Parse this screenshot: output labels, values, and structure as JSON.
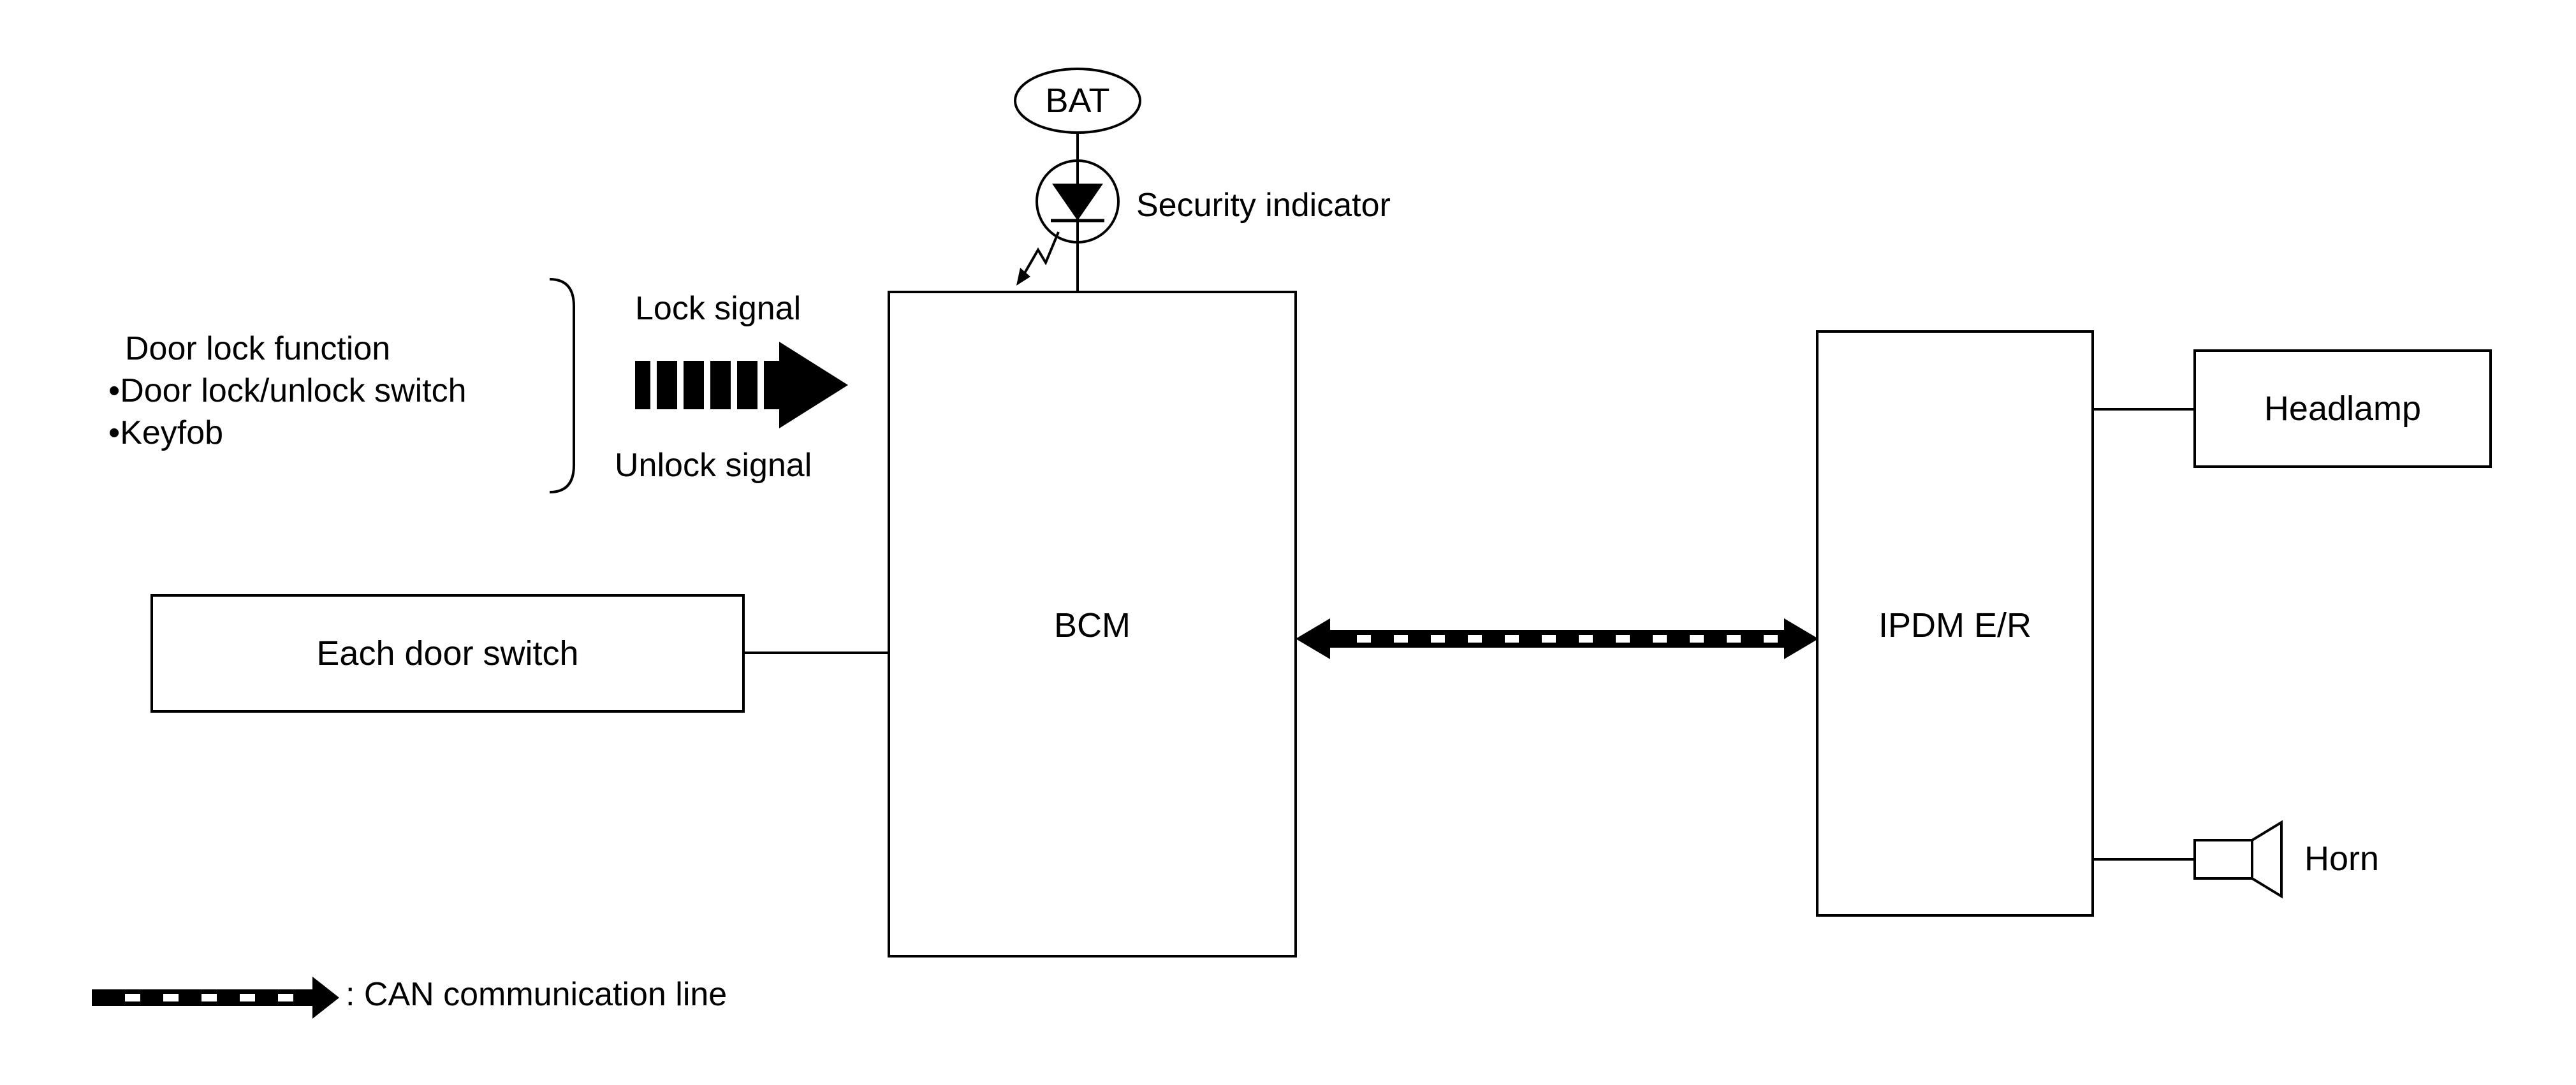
{
  "power": {
    "label": "BAT"
  },
  "indicator": {
    "label": "Security indicator"
  },
  "door_lock_function": {
    "title": "Door lock function",
    "items": [
      "•Door lock/unlock switch",
      "•Keyfob"
    ],
    "lock_signal": "Lock signal",
    "unlock_signal": "Unlock signal"
  },
  "modules": {
    "bcm": "BCM",
    "ipdm": "IPDM E/R",
    "door_switch": "Each door switch",
    "headlamp": "Headlamp",
    "horn": "Horn"
  },
  "legend": {
    "can_line": ": CAN communication line"
  }
}
